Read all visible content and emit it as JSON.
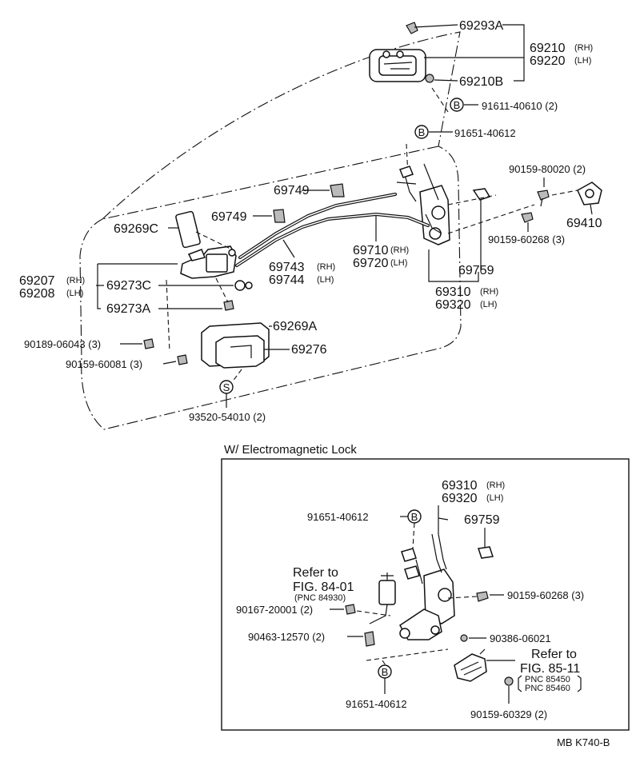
{
  "labels": {
    "p69293A": "69293A",
    "p69210": "69210",
    "p69220": "69220",
    "p69210B": "69210B",
    "p91611": "91611-40610 (2)",
    "p91651_top": "91651-40612",
    "p90159_80020": "90159-80020 (2)",
    "p69749_a": "69749",
    "p69749_b": "69749",
    "p69410": "69410",
    "p69269C": "69269C",
    "p90159_60268_top": "90159-60268 (3)",
    "p69710": "69710",
    "p69720": "69720",
    "p69743": "69743",
    "p69744": "69744",
    "p69759_top": "69759",
    "p69207": "69207",
    "p69208": "69208",
    "p69273C": "69273C",
    "p69310_top": "69310",
    "p69320_top": "69320",
    "p69273A": "69273A",
    "p69269A": "69269A",
    "p90189": "90189-06043 (3)",
    "p69276": "69276",
    "p90159_60081": "90159-60081 (3)",
    "p93520": "93520-54010 (2)",
    "inset_title": "W/ Electromagnetic Lock",
    "i69310": "69310",
    "i69320": "69320",
    "i91651_a": "91651-40612",
    "i69759": "69759",
    "refer1_a": "Refer to",
    "refer1_b": "FIG. 84-01",
    "refer1_c": "(PNC 84930)",
    "i90159_60268": "90159-60268 (3)",
    "i90167": "90167-20001 (2)",
    "i90463": "90463-12570 (2)",
    "i90386": "90386-06021",
    "refer2_a": "Refer to",
    "refer2_b": "FIG. 85-11",
    "refer2_c": "PNC 85450",
    "refer2_d": "PNC 85460",
    "i91651_b": "91651-40612",
    "i90159_60329": "90159-60329 (2)",
    "rh": "(RH)",
    "lh": "(LH)",
    "bolt_b": "B",
    "bolt_s": "S",
    "ref_code": "MB  K740-B"
  }
}
